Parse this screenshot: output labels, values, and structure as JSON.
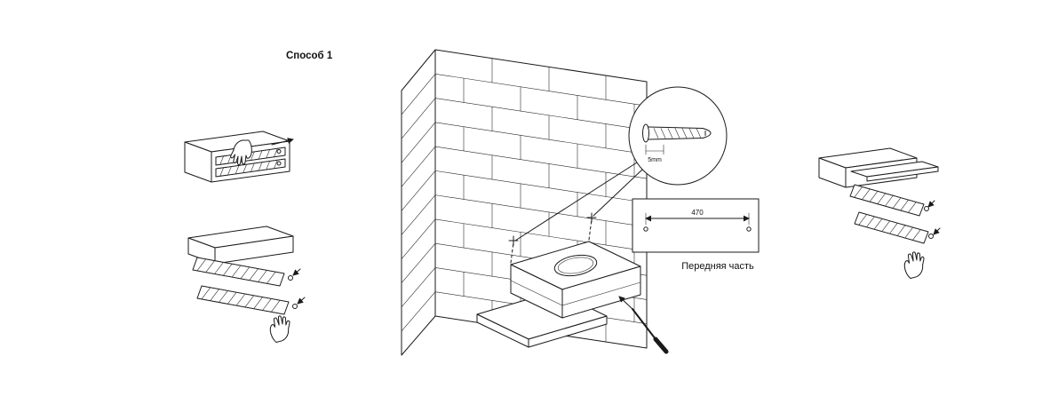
{
  "page": {
    "background": "#ffffff",
    "line_color": "#1a1a1a"
  },
  "labels": {
    "method_title": "Способ 1",
    "template_width_mm": "470",
    "template_caption": "Передняя часть",
    "plug_dimension": "5mm"
  },
  "icons": {
    "hand": "hand-icon",
    "arrow": "arrow-icon",
    "screwdriver": "screwdriver-icon",
    "wall_plug": "wall-plug-icon",
    "drill_marker": "drill-point-marker",
    "magnifier": "detail-circle"
  }
}
